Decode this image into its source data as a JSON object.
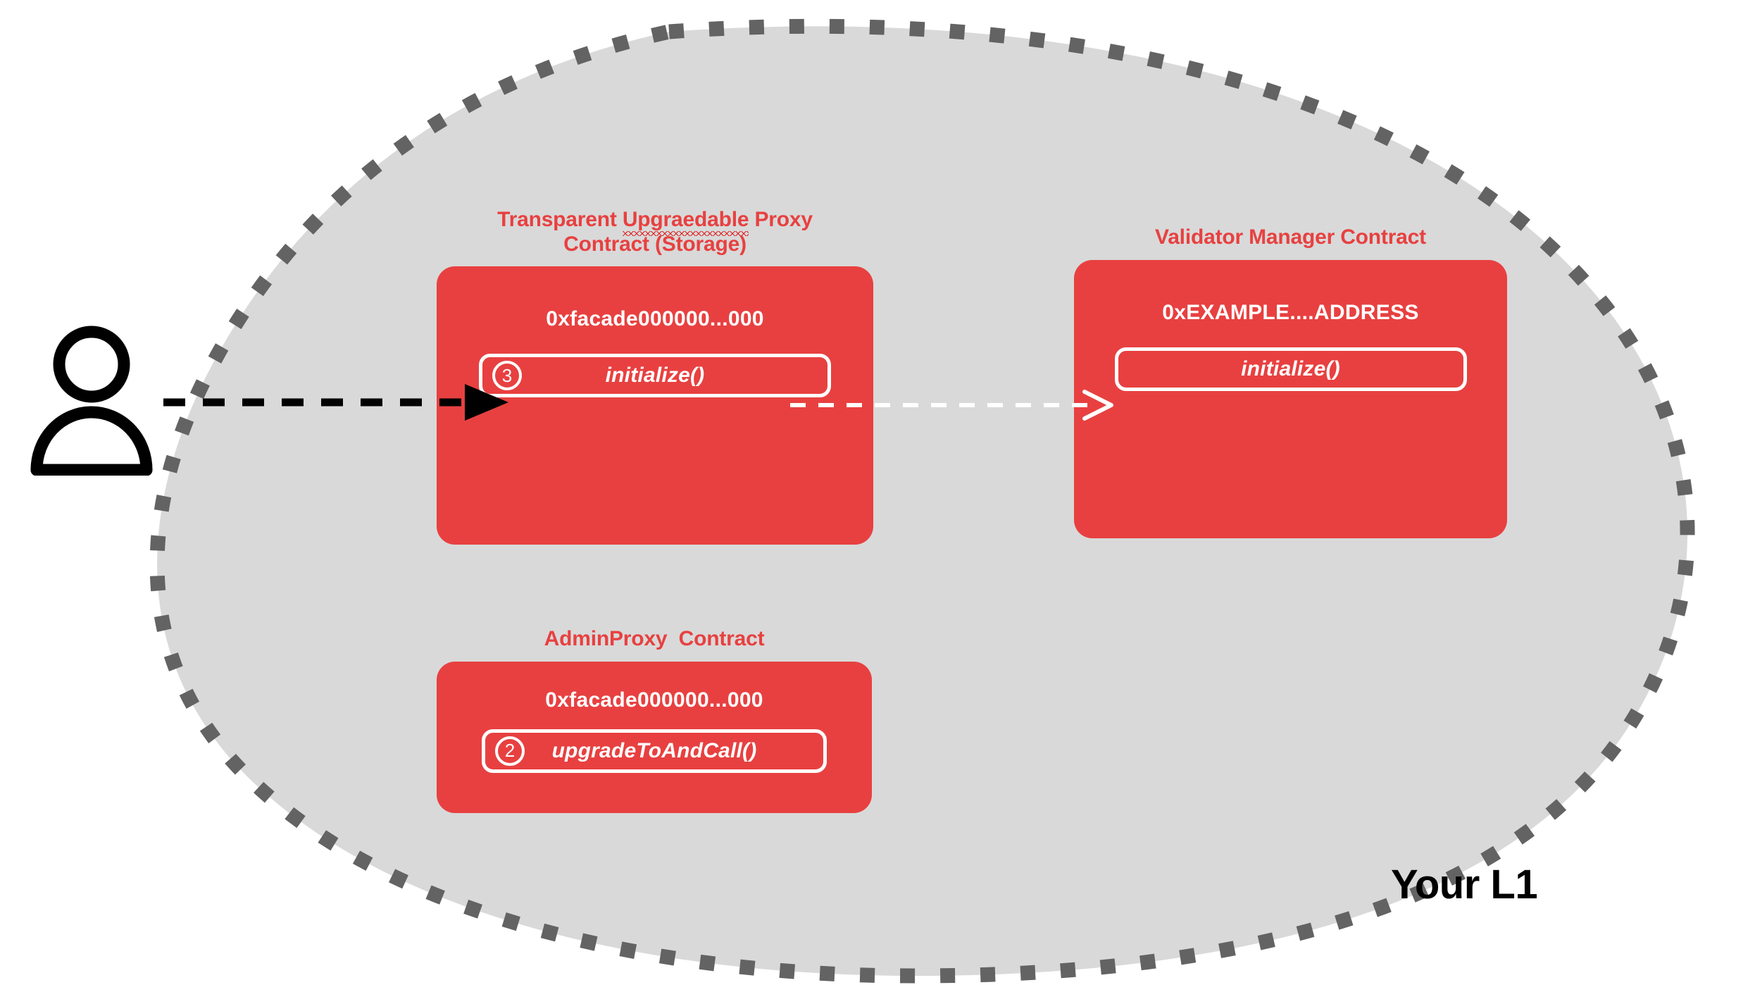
{
  "diagram": {
    "title_label": "Your L1",
    "boundary": {
      "name": "l1-boundary",
      "fill_color": "#D9D9D9",
      "dash_color": "#636363"
    },
    "actor": {
      "name": "user-actor",
      "icon": "person-icon"
    },
    "contracts": [
      {
        "id": "transparent-upgradeable-proxy",
        "title_pre": "Transparent ",
        "title_misspelled": "Upgraedable",
        "title_post": " Proxy\nContract (Storage)",
        "title_plain": "Transparent Upgraedable Proxy Contract (Storage)",
        "address": "0xfacade000000...000",
        "method": {
          "step": "3",
          "label": "initialize()"
        },
        "color": "#E84040"
      },
      {
        "id": "validator-manager",
        "title_plain": "Validator Manager Contract",
        "address": "0xEXAMPLE....ADDRESS",
        "method": {
          "step": "",
          "label": "initialize()"
        },
        "color": "#E84040"
      },
      {
        "id": "admin-proxy",
        "title_plain": "AdminProxy  Contract",
        "address": "0xfacade000000...000",
        "method": {
          "step": "2",
          "label": "upgradeToAndCall()"
        },
        "color": "#E84040"
      }
    ],
    "arrows": [
      {
        "id": "user-to-proxy",
        "style": "dashed",
        "color": "#000000",
        "head": "filled"
      },
      {
        "id": "proxy-to-validator-manager",
        "style": "dashed",
        "color": "#ffffff",
        "head": "open"
      }
    ]
  }
}
